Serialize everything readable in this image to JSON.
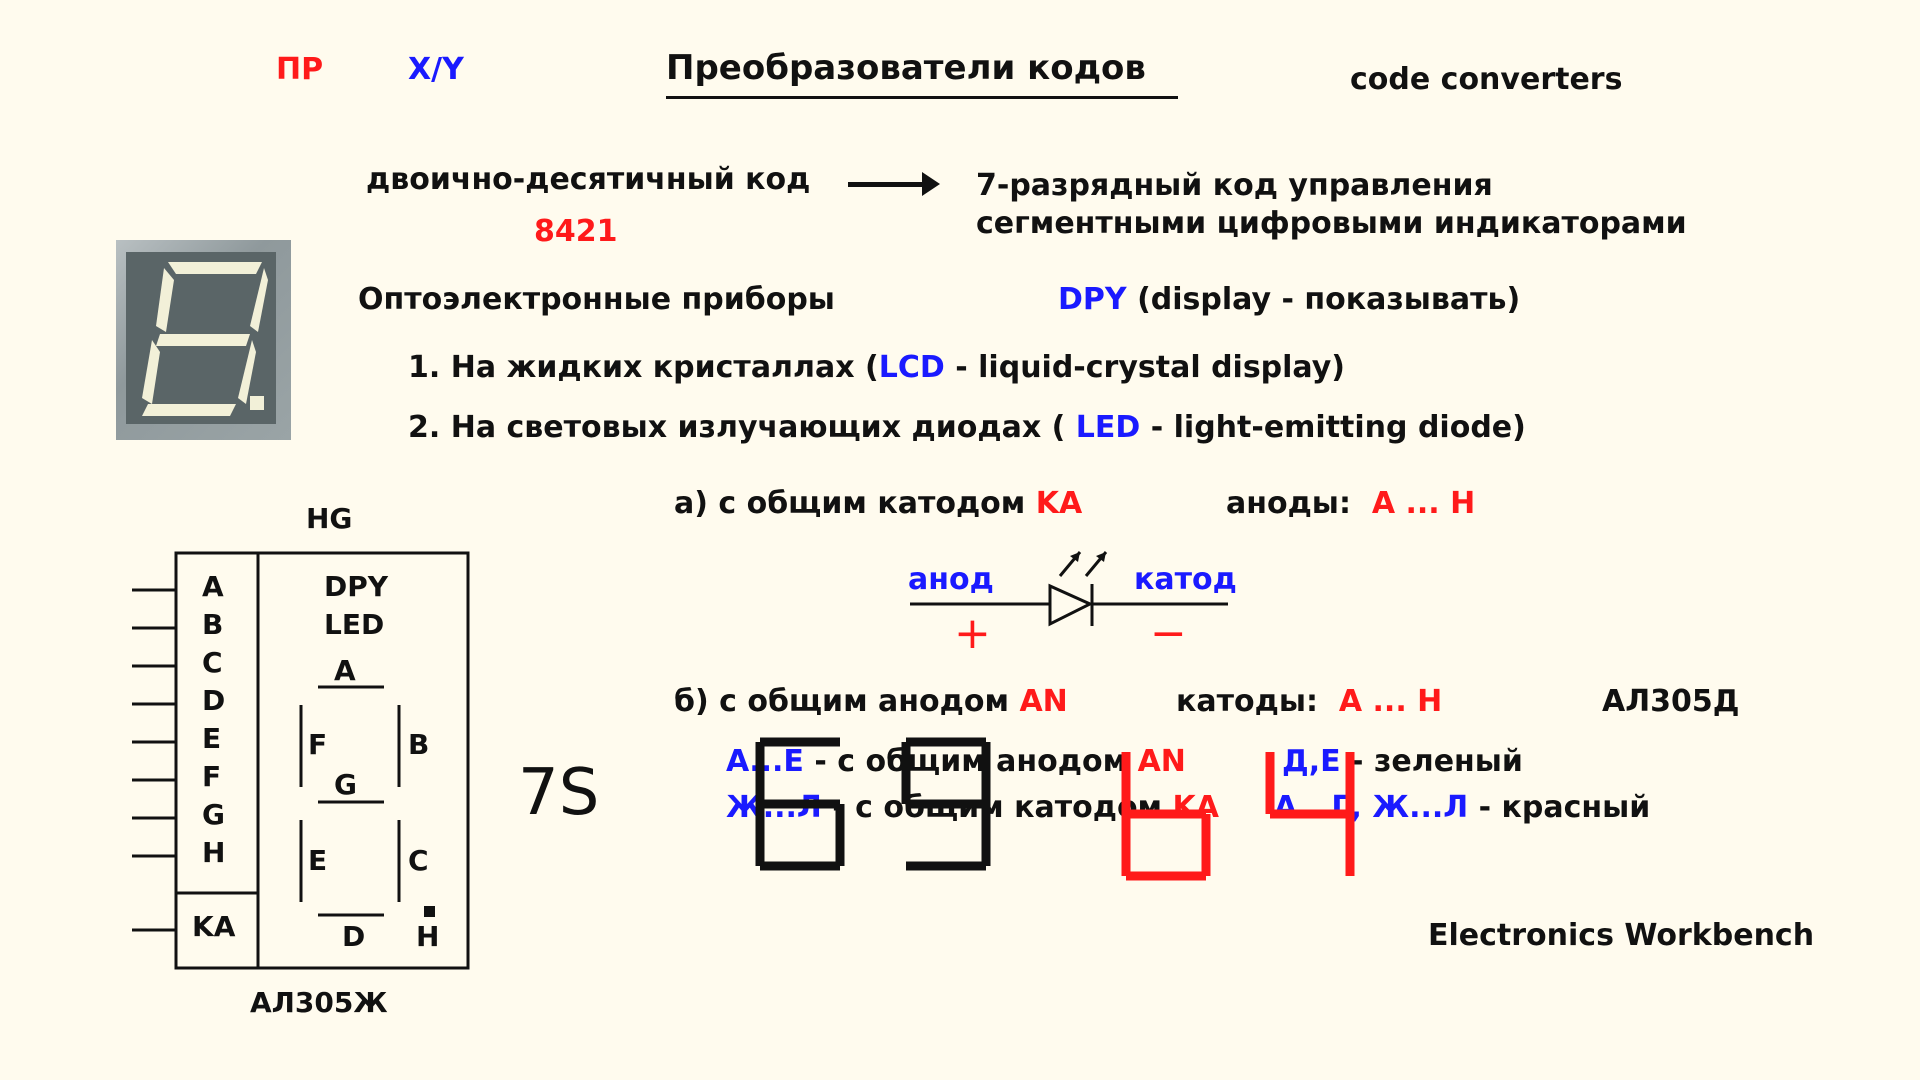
{
  "header": {
    "pr": "ПР",
    "xy": "X/Y",
    "title": "Преобразователи кодов",
    "english": "code converters"
  },
  "conversion": {
    "input": "двоично-десятичный код",
    "weights": "8421",
    "output_line1": "7-разрядный код управления",
    "output_line2": "сегментными цифровыми индикаторами"
  },
  "optoelectronics": {
    "heading": "Оптоэлектронные приборы",
    "dpy": "DPY",
    "dpy_note": "(display - показывать)",
    "item1_prefix": "1. На жидких кристаллах (",
    "item1_abbr": "LCD",
    "item1_suffix": " - liquid-crystal display)",
    "item2_prefix": "2. На световых излучающих диодах ( ",
    "item2_abbr": "LED",
    "item2_suffix": " - light-emitting diode)"
  },
  "symbol": {
    "ref": "HG",
    "pins": [
      "A",
      "B",
      "C",
      "D",
      "E",
      "F",
      "G",
      "H"
    ],
    "common_pin": "KA",
    "func1": "DPY",
    "func2": "LED",
    "segments": [
      "A",
      "B",
      "C",
      "D",
      "E",
      "F",
      "G",
      "H"
    ],
    "part": "АЛ305Ж"
  },
  "label_7s": "7S",
  "common_cathode": {
    "prefix": "а) с общим катодом",
    "code": "KA",
    "anodes_label": "аноды:",
    "range": "A ... H"
  },
  "diode": {
    "anode": "анод",
    "cathode": "катод",
    "plus": "+",
    "minus": "−"
  },
  "common_anode": {
    "prefix": "б) с общим анодом",
    "code": "AN",
    "cathodes_label": "катоды:",
    "range": "A ... H",
    "part": "АЛ305Д"
  },
  "variants": {
    "row1_range": "А...Е",
    "row1_text": " - с общим анодом ",
    "row1_code": "AN",
    "row2_range": "Ж...Л",
    "row2_text": " - с общим катодом ",
    "row2_code": "KA",
    "green_range": "Д,Е",
    "green_text": " - зеленый",
    "red_range": "А...Г, Ж...Л",
    "red_text": " - красный"
  },
  "display_digits": {
    "black": [
      "6",
      "9"
    ],
    "red": [
      "b",
      "4"
    ],
    "black_color": "#111111",
    "red_color": "#ff1a1a"
  },
  "software": "Electronics Workbench"
}
